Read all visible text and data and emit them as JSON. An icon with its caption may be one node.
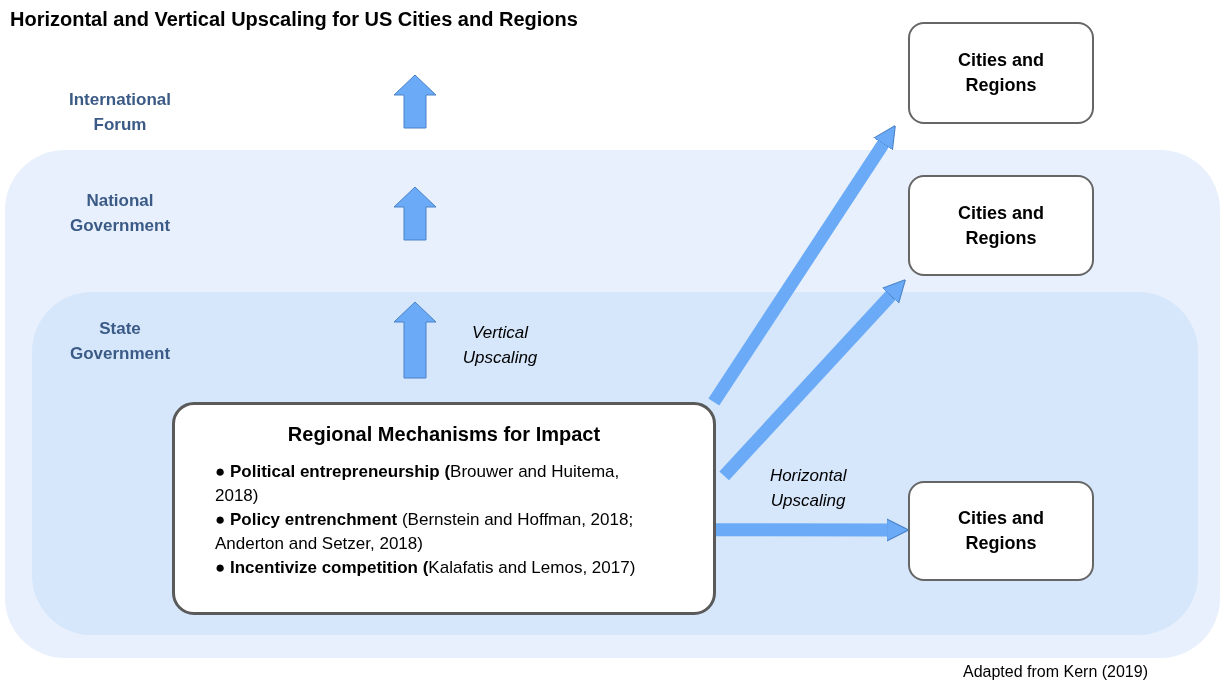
{
  "diagram": {
    "title": "Horizontal and Vertical Upscaling for US Cities and Regions",
    "caption": "Adapted from Kern (2019)",
    "nodes": [
      {
        "text": [
          "National Government"
        ]
      },
      {
        "text": [
          "State Government"
        ],
        "in": 0
      },
      {
        "text": [
          "Regional Mechanisms for Impact",
          "● **Political entrepreneurship (**Brouwer and Huitema, 2018)",
          "● **Policy entrenchment** (Bernstein and Hoffman, 2018; Anderton and Setzer, 2018)",
          "● **Incentivize competition (**Kalafatis and Lemos, 2017)"
        ],
        "in": 1
      },
      {
        "text": [
          "Cities and Regions"
        ]
      },
      {
        "text": [
          "Cities and Regions"
        ],
        "in": 0
      },
      {
        "text": [
          "Cities and Regions"
        ],
        "in": 1
      }
    ],
    "edges": [
      {
        "from": 2,
        "to": 3,
        "arrow": "to"
      },
      {
        "from": 2,
        "to": 4,
        "arrow": "to"
      },
      {
        "from": 2,
        "to": 5,
        "arrow": "to",
        "label": "Horizontal Upscaling"
      }
    ],
    "labels": [
      "International Forum",
      "Vertical Upscaling"
    ]
  }
}
